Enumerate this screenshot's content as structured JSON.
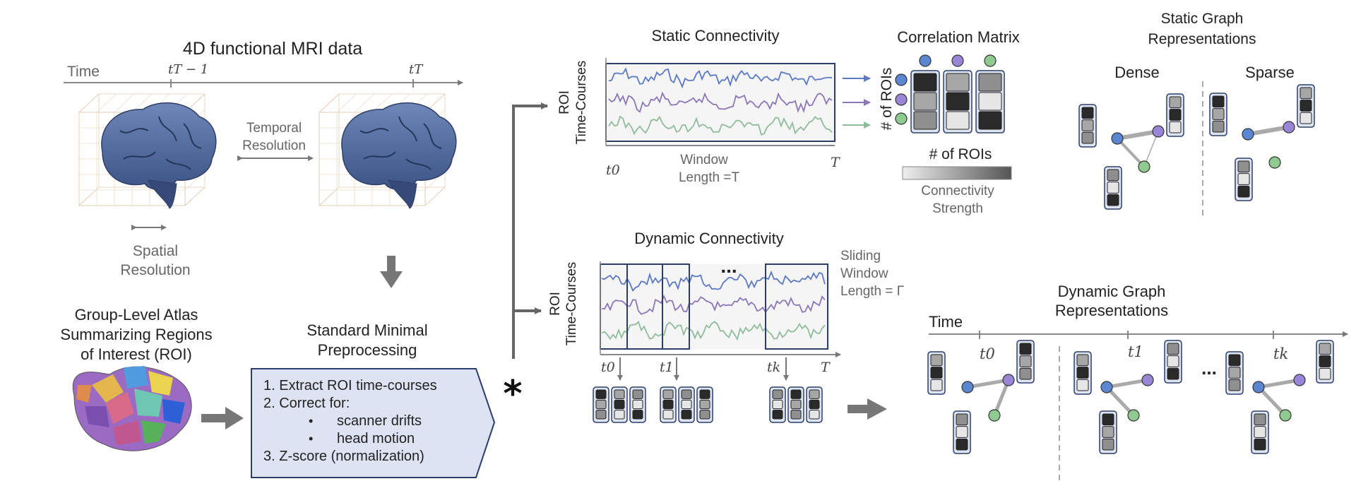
{
  "mri": {
    "title": "4D functional MRI data",
    "time_label": "Time",
    "t_prev": "tT − 1",
    "t_now": "tT",
    "temporal_resolution": [
      "Temporal",
      "Resolution"
    ],
    "spatial_resolution": [
      "Spatial",
      "Resolution"
    ]
  },
  "atlas": {
    "title": [
      "Group-Level Atlas",
      "Summarizing Regions",
      "of Interest (ROI)"
    ]
  },
  "preprocessing": {
    "title": [
      "Standard Minimal",
      "Preprocessing"
    ],
    "steps": [
      "1.   Extract ROI time-courses",
      "2.   Correct for:",
      "3.   Z-score (normalization)"
    ],
    "substeps": [
      "scanner drifts",
      "head motion"
    ],
    "bullet": "•"
  },
  "static": {
    "title": "Static Connectivity",
    "y_label": [
      "ROI",
      "Time-Courses"
    ],
    "t0": "t0",
    "T": "T",
    "window": [
      "Window",
      "Length =T"
    ],
    "series_colors": [
      "#5b79c4",
      "#8b77b8",
      "#8fbc9c"
    ]
  },
  "matrix": {
    "title": "Correlation Matrix",
    "rows_label": "# of ROIs",
    "cols_label": "# of ROIs",
    "legend": [
      "Connectivity",
      "Strength"
    ],
    "node_colors": [
      "#5b87d0",
      "#9a86d6",
      "#8fcb8f"
    ]
  },
  "static_graph": {
    "title": [
      "Static Graph",
      "Representations"
    ],
    "dense": "Dense",
    "sparse": "Sparse"
  },
  "dynamic": {
    "title": "Dynamic Connectivity",
    "y_label": [
      "ROI",
      "Time-Courses"
    ],
    "sliding": [
      "Sliding",
      "Window",
      "Length = Γ"
    ],
    "ellipsis": "...",
    "t0": "t0",
    "t1": "t1",
    "tk": "tk",
    "T": "T"
  },
  "dynamic_graph": {
    "title": [
      "Dynamic Graph",
      "Representations"
    ],
    "time_label": "Time",
    "t0": "t0",
    "t1": "t1",
    "tk": "tk",
    "ellipsis": "..."
  },
  "asterisk": "*"
}
